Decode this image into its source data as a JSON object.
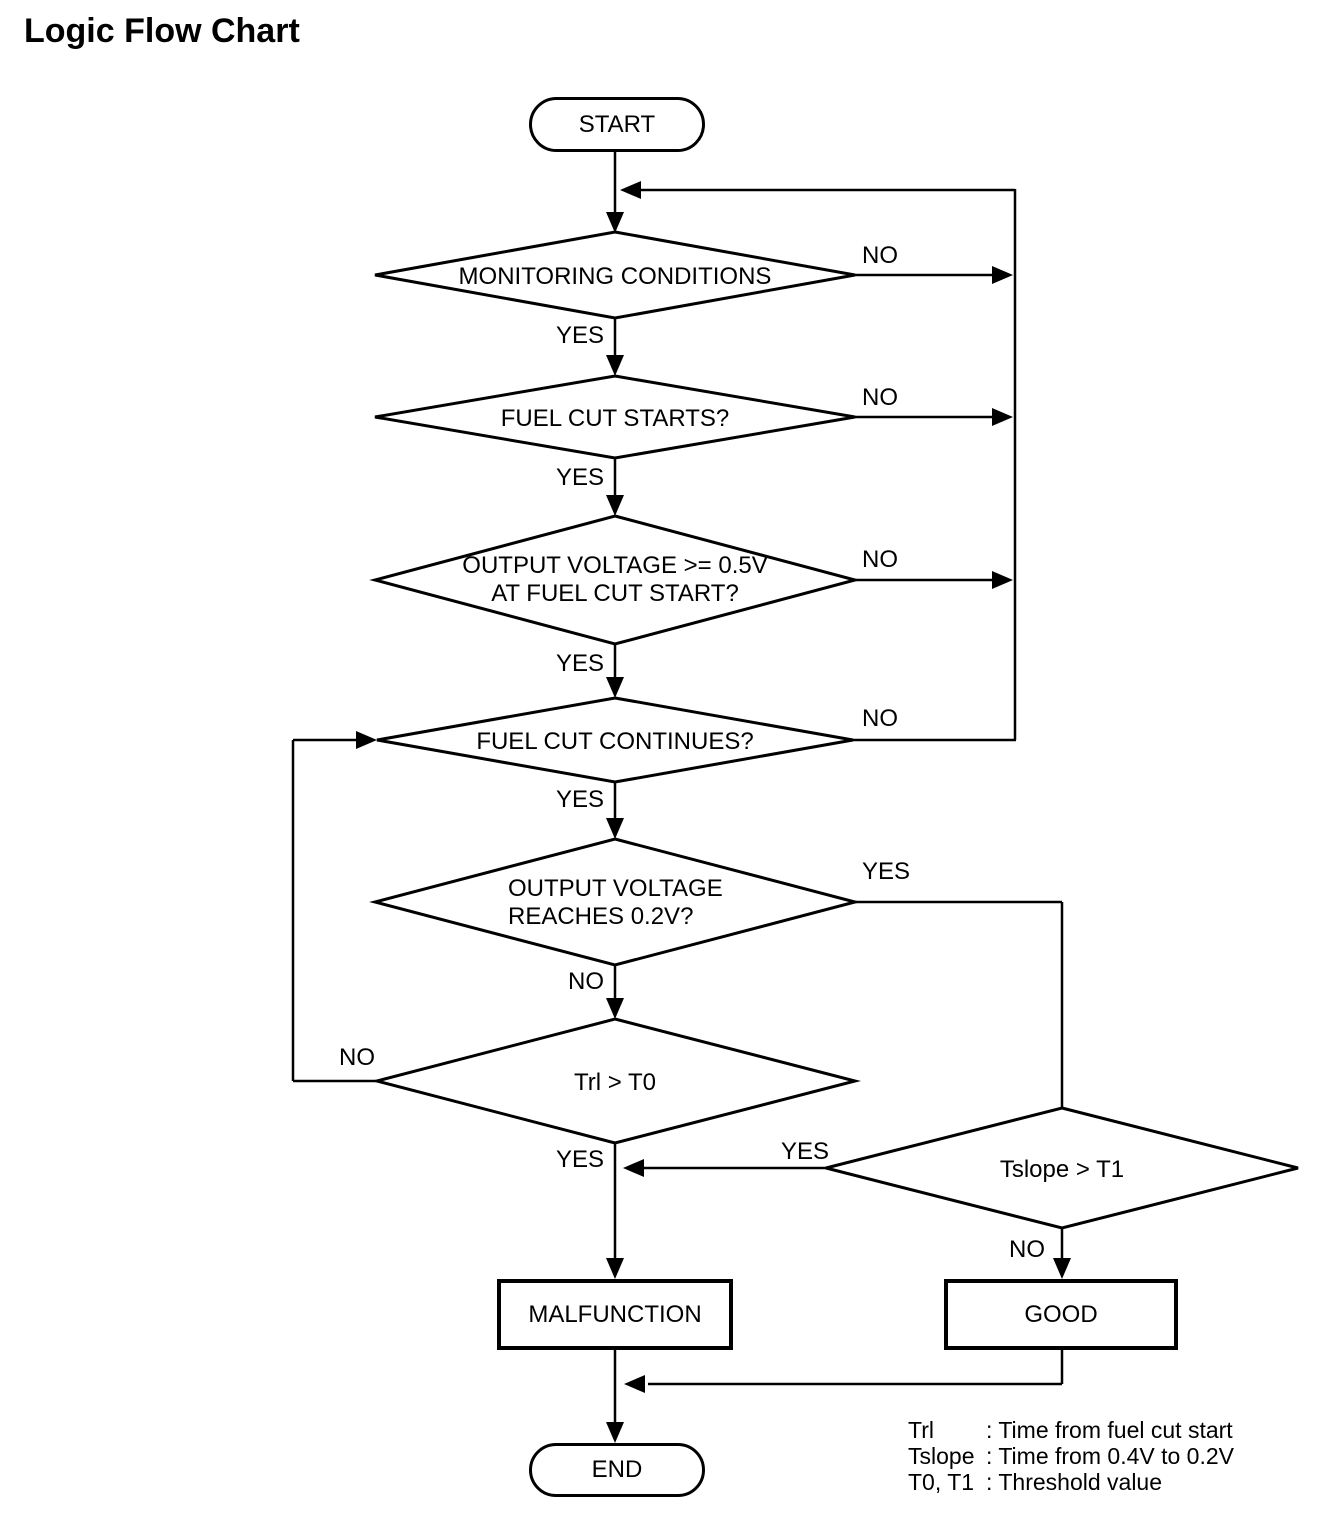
{
  "title": "Logic Flow Chart",
  "nodes": {
    "start": {
      "label": "START"
    },
    "monitoring": {
      "label": "MONITORING CONDITIONS"
    },
    "fuel_cut_starts": {
      "label": "FUEL CUT STARTS?"
    },
    "output_voltage_05": {
      "line1": "OUTPUT VOLTAGE >= 0.5V",
      "line2": "AT FUEL CUT START?"
    },
    "fuel_cut_continues": {
      "label": "FUEL CUT CONTINUES?"
    },
    "output_voltage_02": {
      "line1": "OUTPUT VOLTAGE",
      "line2": "REACHES 0.2V?"
    },
    "trl_gt_t0": {
      "label": "Trl > T0"
    },
    "tslope_gt_t1": {
      "label": "Tslope > T1"
    },
    "malfunction": {
      "label": "MALFUNCTION"
    },
    "good": {
      "label": "GOOD"
    },
    "end": {
      "label": "END"
    }
  },
  "edge_labels": {
    "monitoring_no": "NO",
    "monitoring_yes": "YES",
    "fuel_cut_starts_no": "NO",
    "fuel_cut_starts_yes": "YES",
    "output_voltage_05_no": "NO",
    "output_voltage_05_yes": "YES",
    "fuel_cut_continues_no": "NO",
    "fuel_cut_continues_yes": "YES",
    "output_voltage_02_yes": "YES",
    "output_voltage_02_no": "NO",
    "trl_gt_t0_no": "NO",
    "trl_gt_t0_yes": "YES",
    "tslope_gt_t1_yes": "YES",
    "tslope_gt_t1_no": "NO"
  },
  "legend": {
    "rows": [
      {
        "term": "Trl",
        "desc": ": Time from fuel cut start"
      },
      {
        "term": "Tslope",
        "desc": ": Time from 0.4V to 0.2V"
      },
      {
        "term": "T0, T1",
        "desc": ": Threshold value"
      }
    ]
  },
  "colors": {
    "line": "#000000",
    "background": "#ffffff"
  }
}
